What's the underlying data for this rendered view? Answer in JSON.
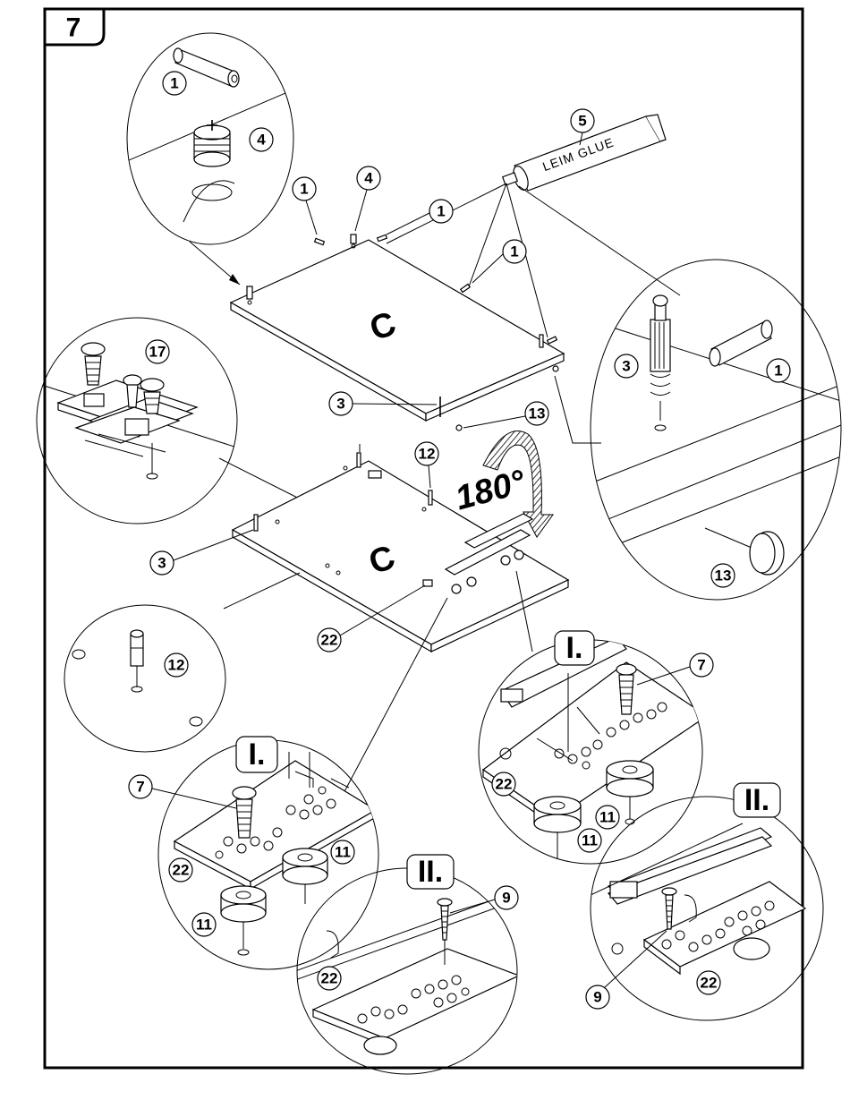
{
  "step": {
    "number": "7"
  },
  "panel_marks": {
    "top": "C",
    "bottom": "C"
  },
  "rotation": {
    "text": "180°"
  },
  "glue": {
    "label": "LEIM GLUE"
  },
  "callouts": {
    "c1a": "1",
    "c1b": "1",
    "c1c": "1",
    "c1d": "1",
    "c1e": "1",
    "c3a": "3",
    "c3b": "3",
    "c3c": "3",
    "c4a": "4",
    "c4b": "4",
    "c5": "5",
    "c7a": "7",
    "c7b": "7",
    "c9a": "9",
    "c9b": "9",
    "c11a": "11",
    "c11b": "11",
    "c11c": "11",
    "c11d": "11",
    "c12a": "12",
    "c12b": "12",
    "c13a": "13",
    "c13b": "13",
    "c17": "17",
    "c22a": "22",
    "c22b": "22",
    "c22c": "22",
    "c22d": "22",
    "c22e": "22"
  },
  "details": {
    "d1a": "I.",
    "d1b": "I.",
    "d2a": "II.",
    "d2b": "II."
  }
}
